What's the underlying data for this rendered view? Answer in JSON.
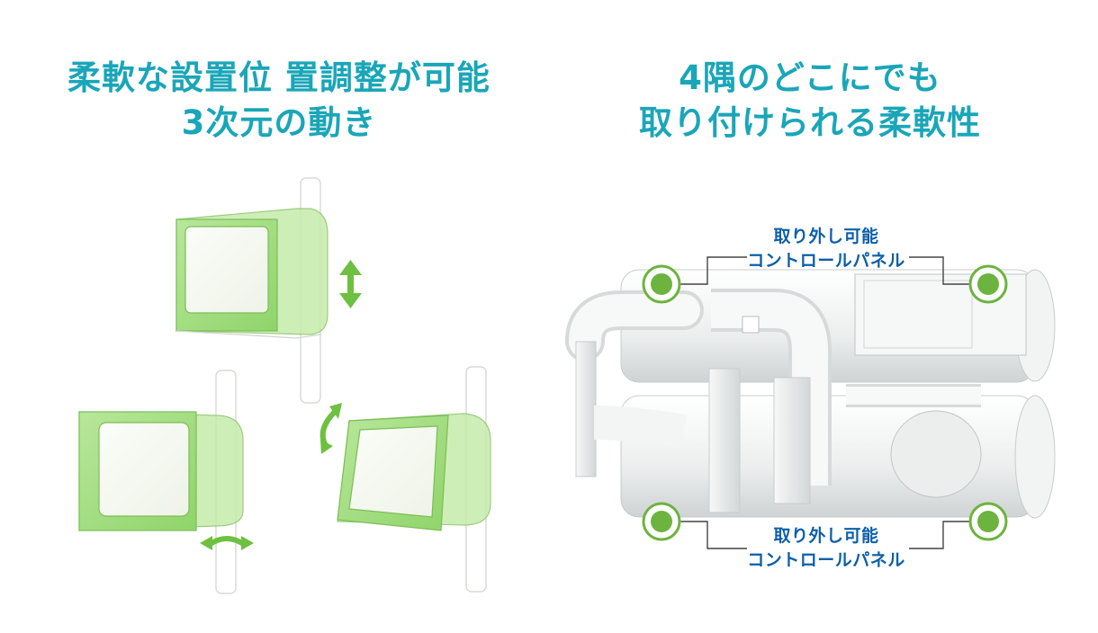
{
  "left_heading": {
    "line1": "柔軟な設置位 置調整が可能",
    "line2": "3次元の動き"
  },
  "right_heading": {
    "line1": "4隅のどこにでも",
    "line2": "取り付けられる柔軟性"
  },
  "mount_labels": {
    "top": {
      "line1": "取り外し可能",
      "line2": "コントロールパネル"
    },
    "bottom": {
      "line1": "取り外し可能",
      "line2": "コントロールパネル"
    }
  },
  "colors": {
    "heading": "#1aa6b8",
    "label": "#0d5fa8",
    "panel_green": "#8fd46a",
    "mount_dot": "#6db33f"
  }
}
